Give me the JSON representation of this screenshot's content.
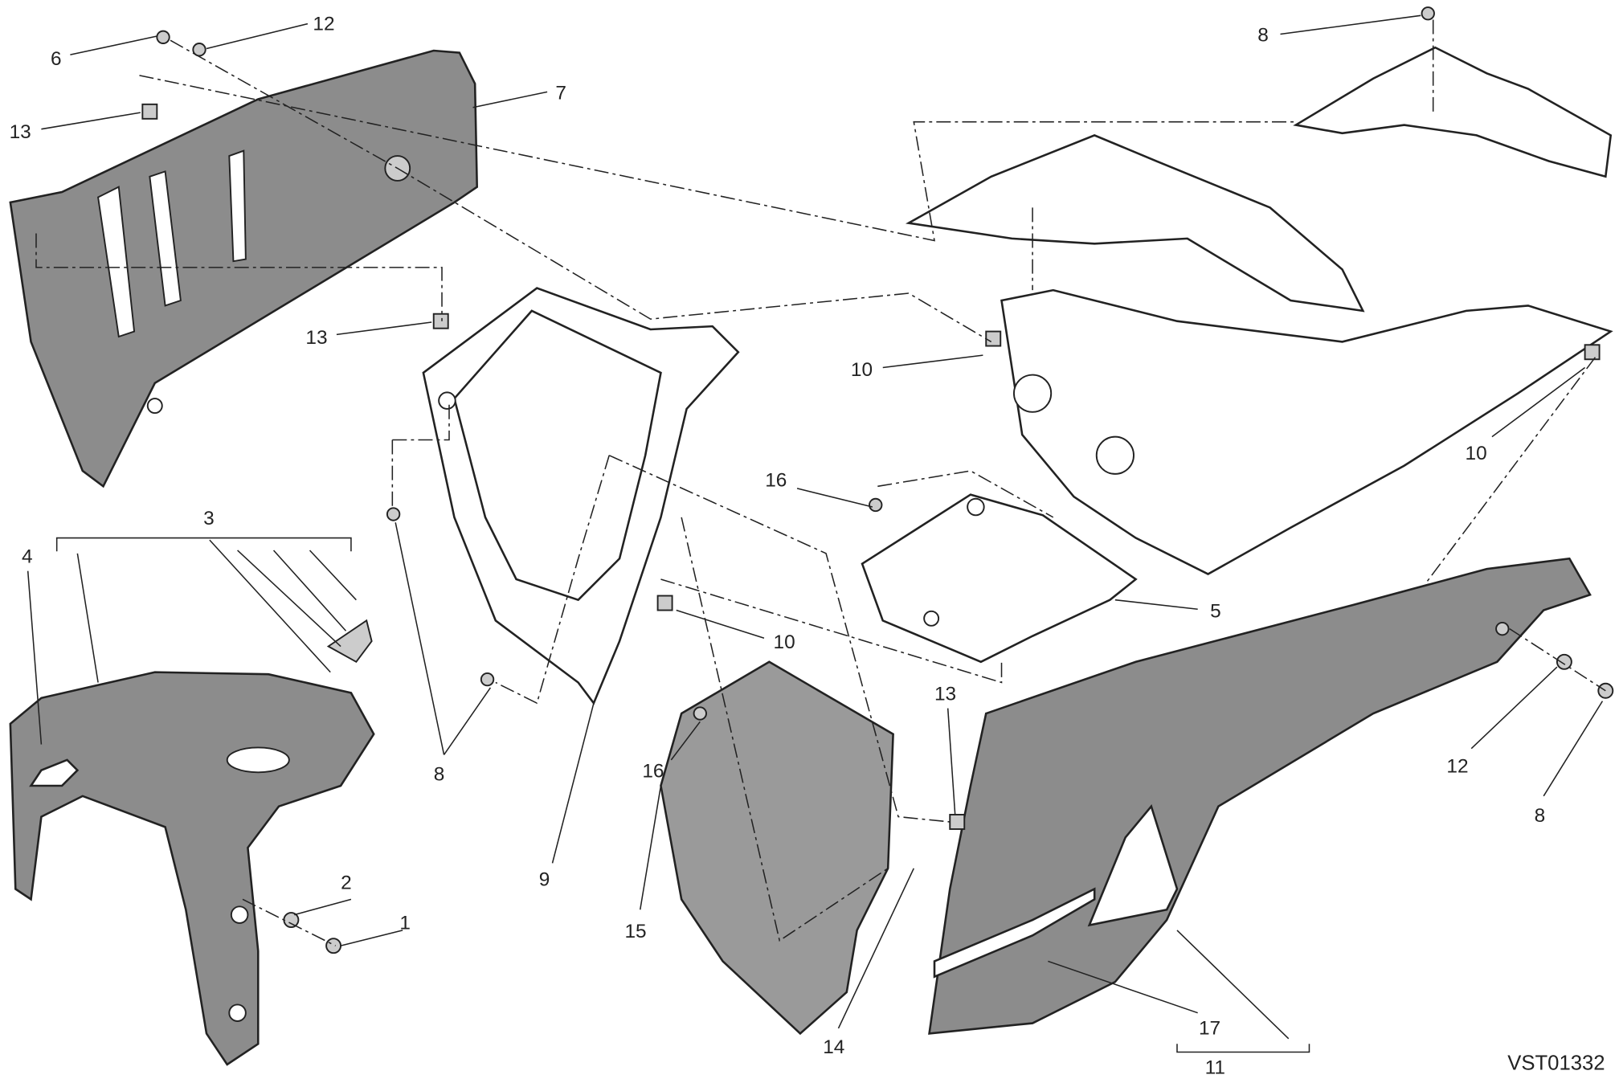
{
  "diagram": {
    "drawing_code": "VST01332",
    "labels": {
      "l6": "6",
      "l12a": "12",
      "l7": "7",
      "l13a": "13",
      "l13b": "13",
      "l8a": "8",
      "l10a": "10",
      "l10b": "10",
      "l16a": "16",
      "l5": "5",
      "l10c": "10",
      "l3": "3",
      "l4": "4",
      "l8b": "8",
      "l16b": "16",
      "l9": "9",
      "l15": "15",
      "l2": "2",
      "l1": "1",
      "l14": "14",
      "l13c": "13",
      "l12b": "12",
      "l8c": "8",
      "l17": "17",
      "l11": "11"
    },
    "colors": {
      "part_fill": "#8c8c8c",
      "line": "#222222"
    }
  }
}
